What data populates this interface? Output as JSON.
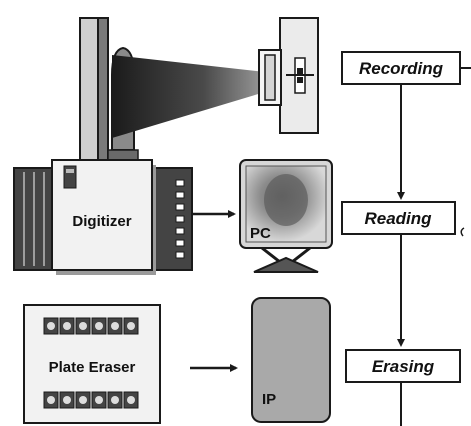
{
  "steps": {
    "recording": "Recording",
    "reading": "Reading",
    "erasing": "Erasing"
  },
  "devices": {
    "digitizer": "Digitizer",
    "pc": "PC",
    "plate_eraser": "Plate Eraser",
    "ip": "IP"
  },
  "colors": {
    "stroke": "#1a1a1a",
    "panel": "#f2f2f2",
    "shadow": "#9a9a9a",
    "ip_fill": "#a9a9a9",
    "eraser_fill": "#dcdcdc"
  }
}
